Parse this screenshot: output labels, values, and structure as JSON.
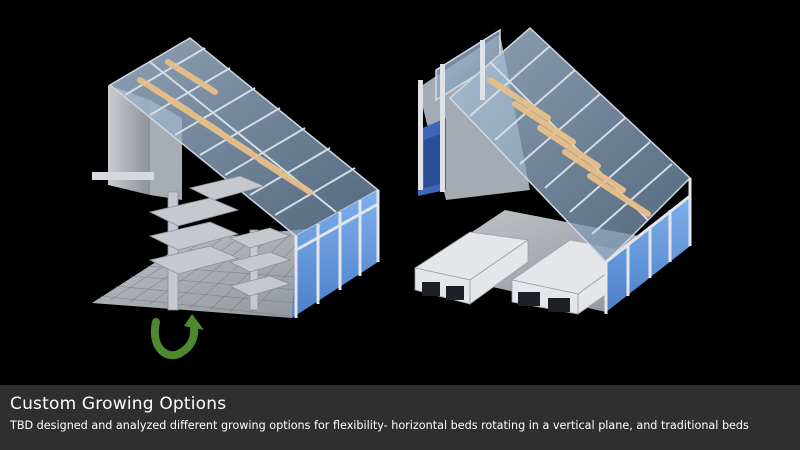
{
  "slide": {
    "title": "Custom Growing Options",
    "description": "TBD designed and analyzed different growing options for flexibility- horizontal beds rotating in a vertical plane, and traditional beds"
  },
  "illustrations": [
    {
      "name": "rotating-horizontal-beds-greenhouse"
    },
    {
      "name": "traditional-beds-greenhouse"
    }
  ],
  "icons": {
    "rotation": "circular-arrow-icon"
  },
  "colors": {
    "background": "#000000",
    "caption_bar": "#2f2f2f",
    "caption_text": "#ffffff",
    "glass_roof": "#8fa9c4",
    "blue_wall": "#5b8fd6",
    "timber_beam": "#e8c089",
    "arrow_green": "#4d8a2e"
  }
}
